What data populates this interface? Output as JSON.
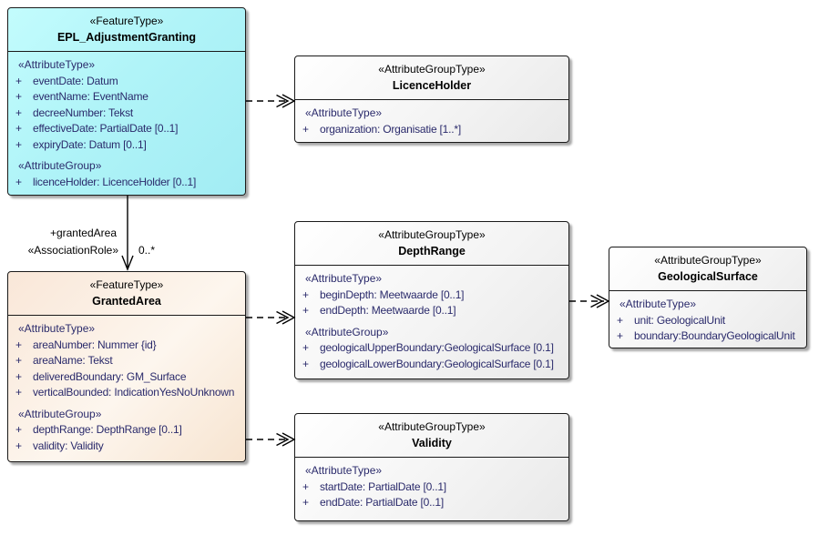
{
  "diagram": {
    "visibility_marker": "+",
    "colors": {
      "feature_type_fill": "#aef2f6",
      "granted_area_fill": "#f8e7d4",
      "attribute_group_fill": "#ededed",
      "border": "#1a1a1a",
      "attribute_text": "#2a2a6b",
      "shadow": "#a8a8a8"
    },
    "nodes": [
      {
        "stereotype": "«FeatureType»",
        "name": "EPL_AdjustmentGranting",
        "sections": [
          {
            "label": "«AttributeType»",
            "items": [
              "eventDate: Datum",
              "eventName: EventName",
              "decreeNumber: Tekst",
              "effectiveDate: PartialDate [0..1]",
              "expiryDate: Datum [0..1]"
            ]
          },
          {
            "label": "«AttributeGroup»",
            "items": [
              "licenceHolder: LicenceHolder [0..1]"
            ]
          }
        ]
      },
      {
        "stereotype": "«AttributeGroupType»",
        "name": "LicenceHolder",
        "sections": [
          {
            "label": "«AttributeType»",
            "items": [
              "organization: Organisatie [1..*]"
            ]
          }
        ]
      },
      {
        "stereotype": "«FeatureType»",
        "name": "GrantedArea",
        "sections": [
          {
            "label": "«AttributeType»",
            "items": [
              "areaNumber: Nummer {id}",
              "areaName: Tekst",
              "deliveredBoundary: GM_Surface",
              "verticalBounded: IndicationYesNoUnknown"
            ]
          },
          {
            "label": "«AttributeGroup»",
            "items": [
              "depthRange: DepthRange [0..1]",
              "validity: Validity"
            ]
          }
        ]
      },
      {
        "stereotype": "«AttributeGroupType»",
        "name": "DepthRange",
        "sections": [
          {
            "label": "«AttributeType»",
            "items": [
              "beginDepth: Meetwaarde [0..1]",
              "endDepth: Meetwaarde [0..1]"
            ]
          },
          {
            "label": "«AttributeGroup»",
            "items": [
              "geologicalUpperBoundary:GeologicalSurface [0.1]",
              "geologicalLowerBoundary:GeologicalSurface [0.1]"
            ]
          }
        ]
      },
      {
        "stereotype": "«AttributeGroupType»",
        "name": "GeologicalSurface",
        "sections": [
          {
            "label": "«AttributeType»",
            "items": [
              "unit: GeologicalUnit",
              "boundary:BoundaryGeologicalUnit"
            ]
          }
        ]
      },
      {
        "stereotype": "«AttributeGroupType»",
        "name": "Validity",
        "sections": [
          {
            "label": "«AttributeType»",
            "items": [
              "startDate: PartialDate [0..1]",
              "endDate: PartialDate [0..1]"
            ]
          }
        ]
      }
    ],
    "association": {
      "role": "+grantedArea",
      "stereotype": "«AssociationRole»",
      "multiplicity": "0..*"
    }
  }
}
